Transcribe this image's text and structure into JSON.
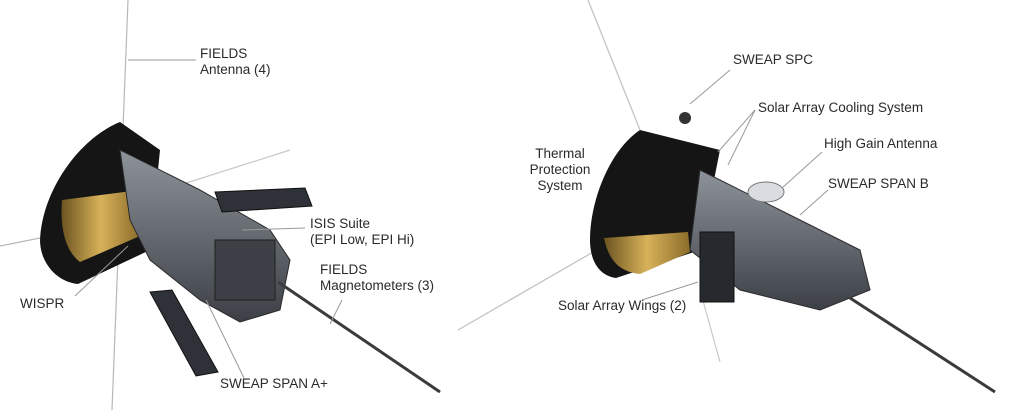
{
  "left_view": {
    "labels": {
      "fields_antenna": [
        "FIELDS",
        "Antenna (4)"
      ],
      "isis_suite": [
        "ISIS Suite",
        "(EPI Low, EPI Hi)"
      ],
      "fields_magnetometers": [
        "FIELDS",
        "Magnetometers (3)"
      ],
      "wispr": "WISPR",
      "sweap_span_a": "SWEAP SPAN A+"
    }
  },
  "right_view": {
    "labels": {
      "sweap_spc": "SWEAP SPC",
      "solar_array_cooling": "Solar Array Cooling System",
      "high_gain_antenna": "High Gain Antenna",
      "thermal_protection": [
        "Thermal",
        "Protection",
        "System"
      ],
      "sweap_span_b": "SWEAP SPAN B",
      "solar_array_wings": "Solar Array Wings (2)"
    }
  },
  "colors": {
    "shield": "#151515",
    "shield_inner": "#2b2b2b",
    "gold": "#c9a24a",
    "body": "#555a60",
    "leader": "#9a9a9a"
  }
}
